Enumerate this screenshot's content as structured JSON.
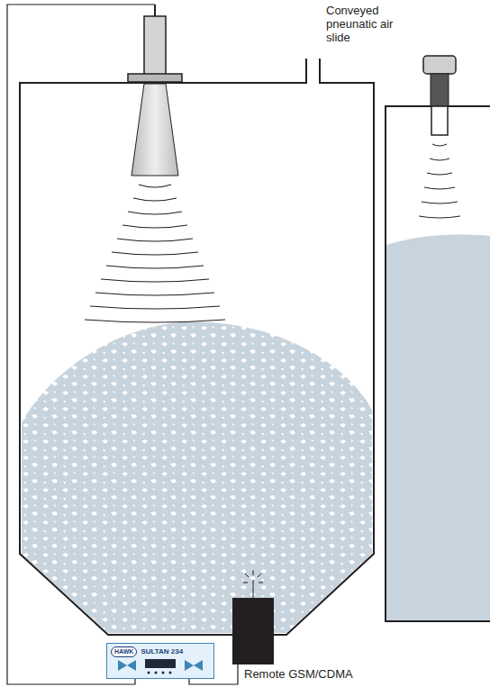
{
  "diagram": {
    "nodes": [
      {
        "text": [
          "HAWK",
          "SULTAN 234"
        ]
      },
      {
        "text": [
          "Remote GSM/CDMA"
        ]
      }
    ],
    "edges": [
      {
        "from": 0,
        "to": 1,
        "arrow": "none"
      }
    ],
    "labels": [
      "Conveyed pneunatic air slide"
    ]
  }
}
